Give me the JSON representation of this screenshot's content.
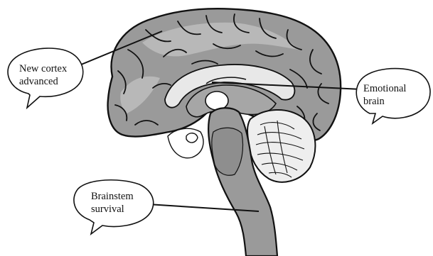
{
  "callouts": {
    "new_cortex": {
      "line1": "New cortex",
      "line2": "advanced"
    },
    "emotional": {
      "line1": "Emotional",
      "line2": "brain"
    },
    "brainstem": {
      "line1": "Brainstem",
      "line2": "survival"
    }
  },
  "colors": {
    "brain_fill": "#9a9a9a",
    "cortex_light": "#b8b8b8",
    "inner_fill": "#a6a6a6",
    "cerebellum": "#eeeeee",
    "outline": "#111111",
    "bubble_fill": "#ffffff",
    "background": "#ffffff"
  }
}
